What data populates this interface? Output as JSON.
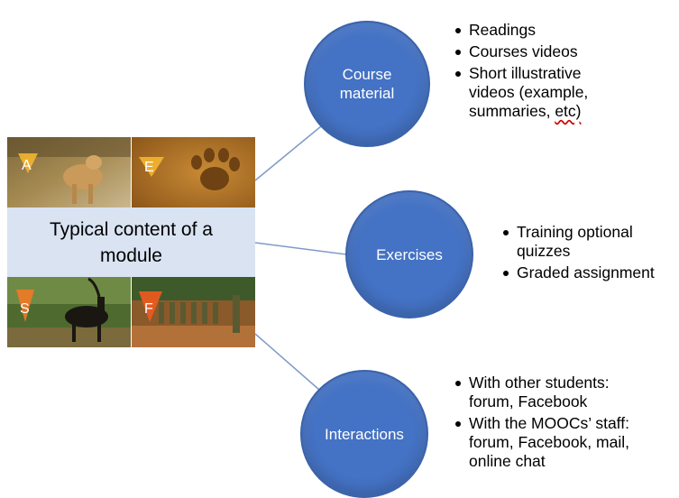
{
  "module": {
    "title": "Typical content of a module",
    "tiles": [
      {
        "letter": "A",
        "scene": "lioness"
      },
      {
        "letter": "E",
        "scene": "paw-print"
      },
      {
        "letter": "S",
        "scene": "antelope"
      },
      {
        "letter": "F",
        "scene": "rangers"
      }
    ]
  },
  "nodes": {
    "course": {
      "label": "Course material"
    },
    "exercises": {
      "label": "Exercises"
    },
    "interactions": {
      "label": "Interactions"
    }
  },
  "lists": {
    "course": [
      "Readings",
      "Courses videos",
      "Short illustrative videos (example, summaries,",
      "etc)"
    ],
    "exercises": [
      "Training optional quizzes",
      "Graded assignment"
    ],
    "interactions": [
      "With other students: forum, Facebook",
      "With the MOOCs’ staff: forum, Facebook, mail, online chat"
    ]
  },
  "colors": {
    "node_fill": "#4472c4",
    "band_fill": "#d9e3f2",
    "connector": "#7f9bc9"
  }
}
